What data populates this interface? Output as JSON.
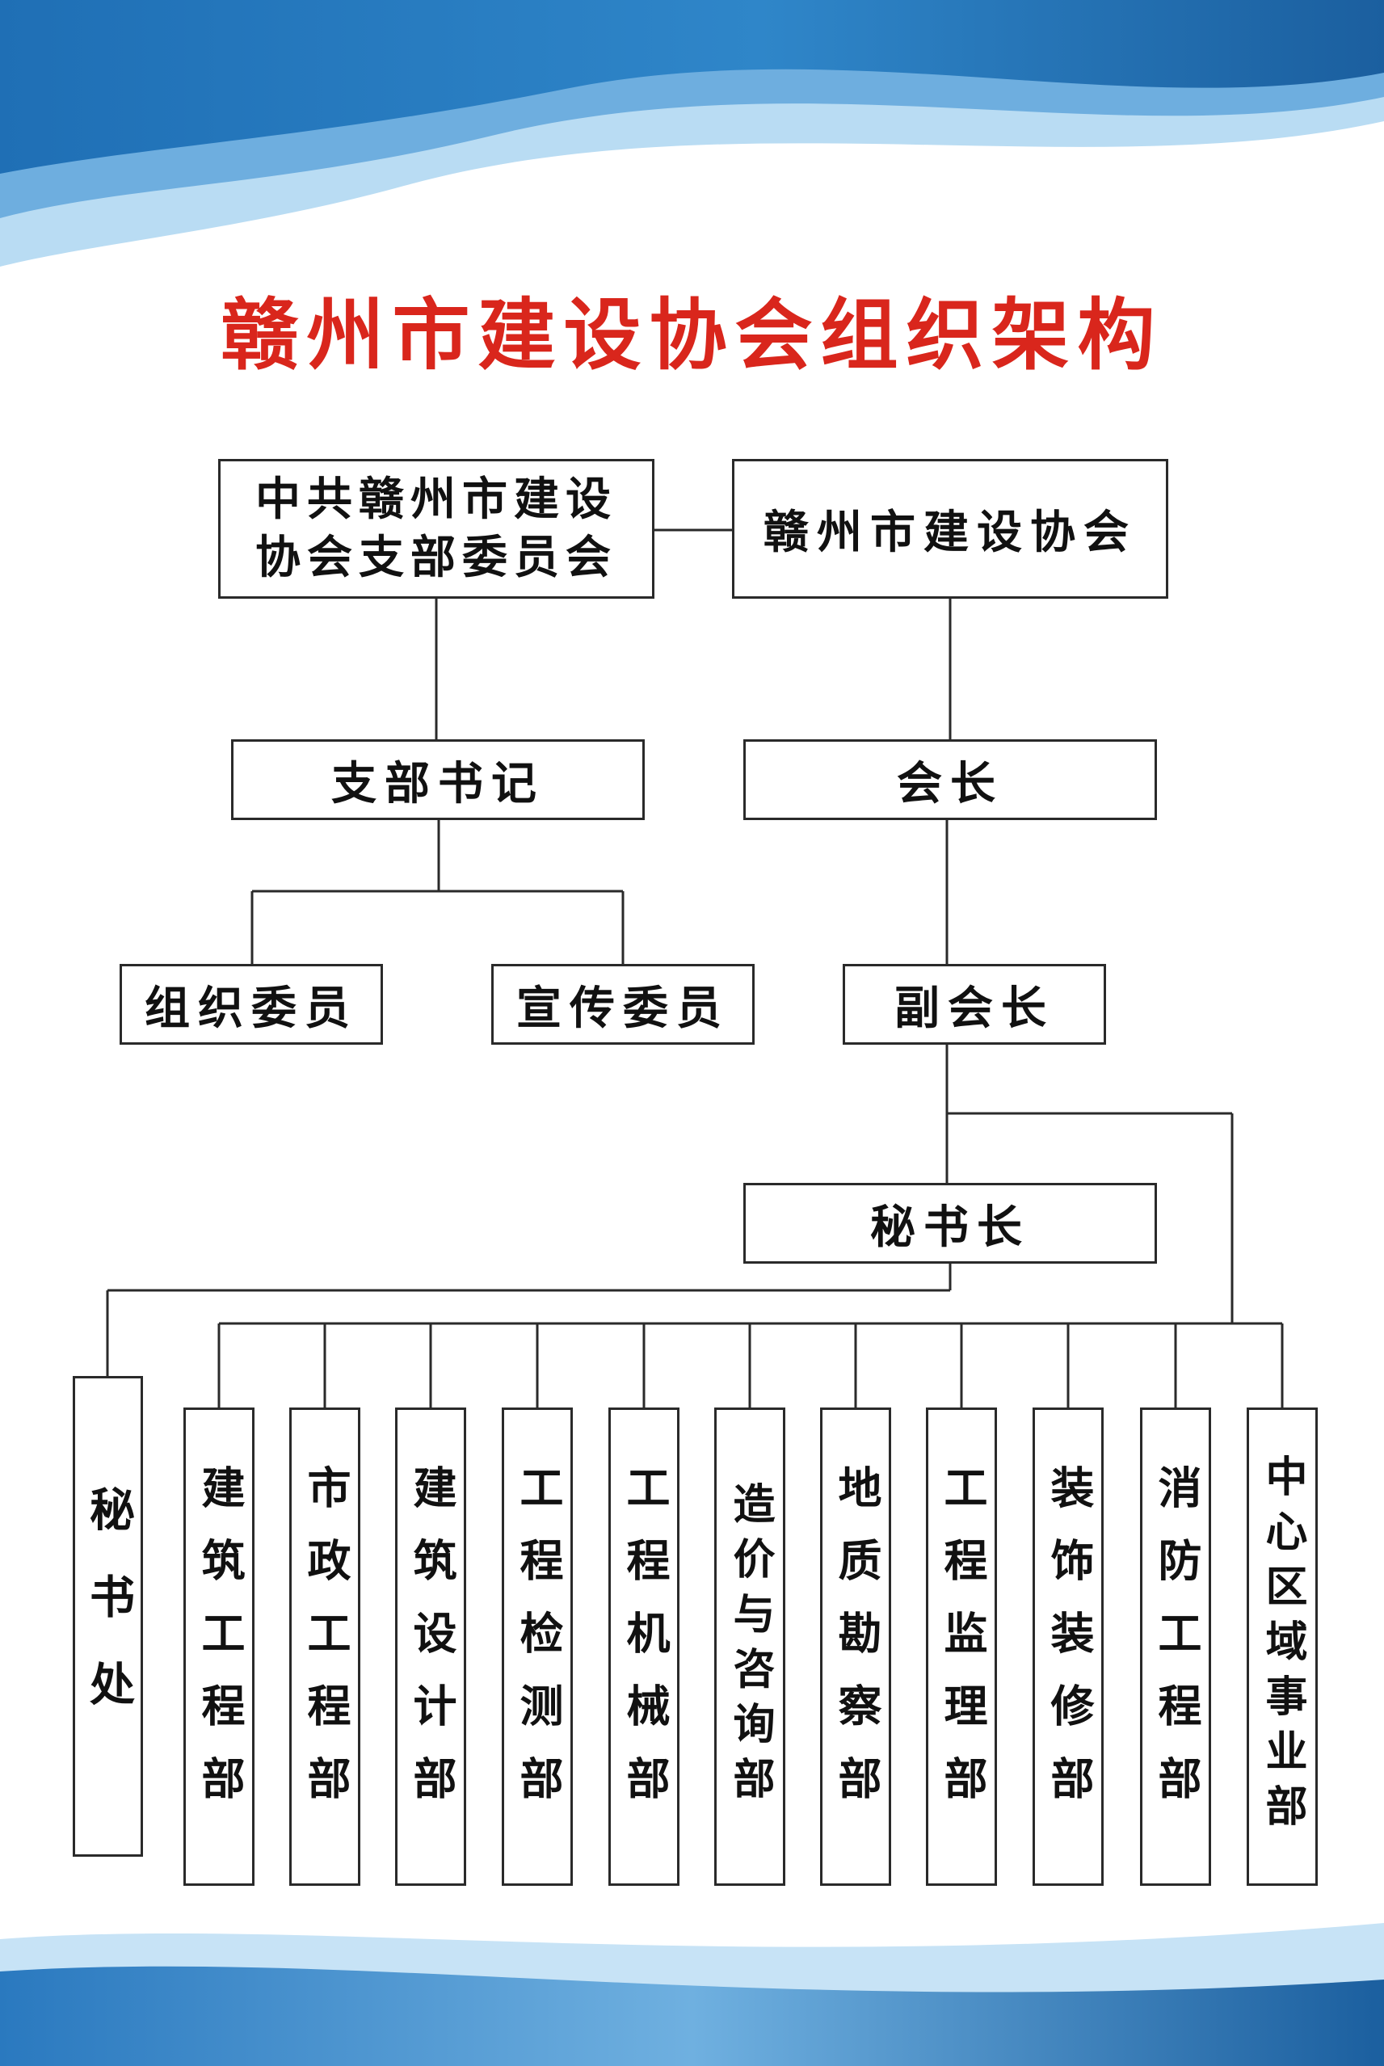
{
  "title": "赣州市建设协会组织架构",
  "colors": {
    "title": "#d9261c",
    "border": "#2a2a2a",
    "wave_dark": "#1b63a8",
    "wave_light": "#8fc3e8"
  },
  "nodes": {
    "party_committee": "中共赣州市建设协会支部委员会",
    "association": "赣州市建设协会",
    "branch_secretary": "支部书记",
    "president": "会长",
    "organization_member": "组织委员",
    "publicity_member": "宣传委员",
    "vice_president": "副会长",
    "secretary_general": "秘书长",
    "secretariat": "秘书处"
  },
  "departments": [
    "建筑工程部",
    "市政工程部",
    "建筑设计部",
    "工程检测部",
    "工程机械部",
    "造价与咨询部",
    "地质勘察部",
    "工程监理部",
    "装饰装修部",
    "消防工程部",
    "中心区域事业部"
  ]
}
